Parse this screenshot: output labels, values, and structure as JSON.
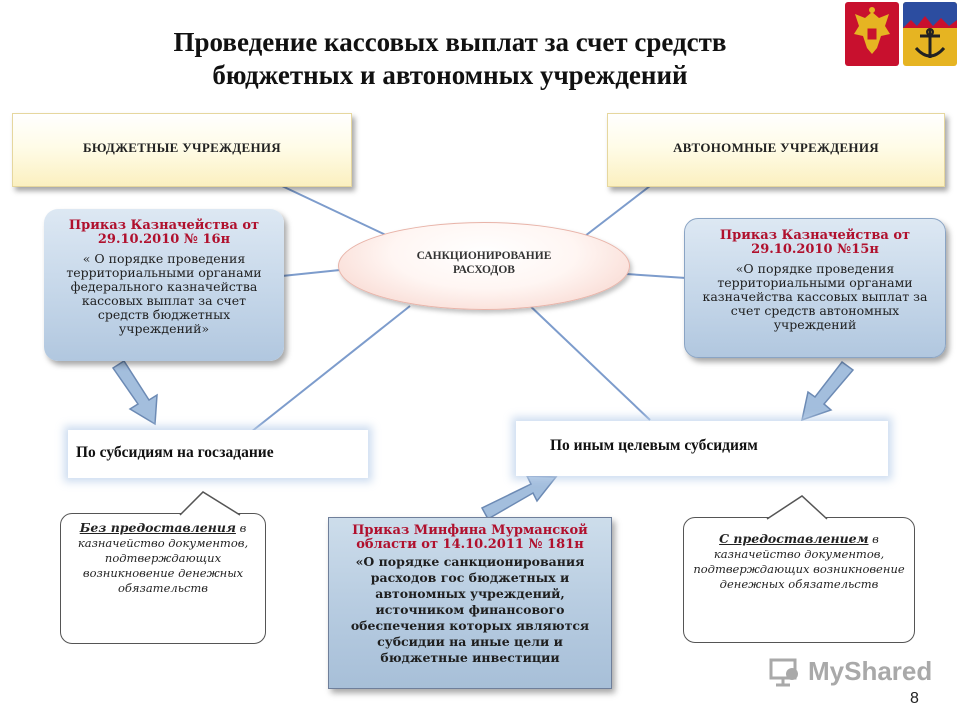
{
  "slide": {
    "title_line1": "Проведение кассовых выплат за счет средств",
    "title_line2": "бюджетных и автономных учреждений",
    "page_number": "8"
  },
  "emblems": {
    "left": "russia-coat-of-arms-icon",
    "right": "murmansk-oblast-coat-of-arms-icon"
  },
  "headers": {
    "left": "БЮДЖЕТНЫЕ УЧРЕЖДЕНИЯ",
    "right": "АВТОНОМНЫЕ УЧРЕЖДЕНИЯ"
  },
  "center": {
    "line1": "САНКЦИОНИРОВАНИЕ",
    "line2": "РАСХОДОВ"
  },
  "order_left": {
    "title": "Приказ Казначейства от 29.10.2010 № 16н",
    "body": "« О порядке проведения территориальными органами федерального казначейства кассовых выплат за счет средств бюджетных учреждений»"
  },
  "order_right": {
    "title": "Приказ Казначейства от 29.10.2010 №15н",
    "body": "«О порядке проведения территориальными органами казначейства кассовых выплат за счет средств автономных учреждений"
  },
  "order_center": {
    "title": "Приказ Минфина Мурманской области от 14.10.2011 № 181н",
    "body": "«О порядке санкционирования расходов гос бюджетных и автономных учреждений, источником финансового обеспечения которых являются субсидии на иные цели и бюджетные инвестиции"
  },
  "subsidies": {
    "left": "По субсидиям на госзадание",
    "right": "По иным целевым субсидиям"
  },
  "callouts": {
    "left_emphasis": "Без предоставления",
    "left_rest": "в казначейство документов, подтверждающих возникновение денежных обязательств",
    "right_emphasis": "С предоставлением",
    "right_rest": "в казначейство документов, подтверждающих возникновение денежных обязательств"
  },
  "watermark": {
    "icon": "mysharedlogo-icon",
    "text": "MyShared"
  },
  "colors": {
    "accent_red": "#b0102d",
    "blue_box": "#c3d5e8",
    "header_box": "#fbf0c0",
    "connector": "#7d9ccc"
  }
}
